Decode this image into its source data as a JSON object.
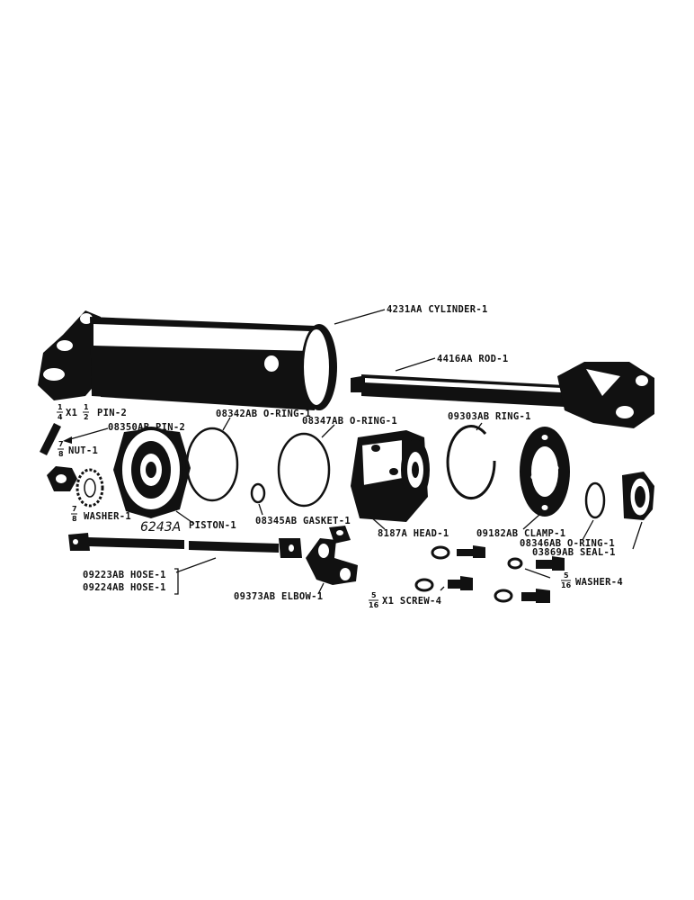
{
  "colors": {
    "ink": "#111111",
    "paper": "#ffffff"
  },
  "labels": {
    "cylinder": "4231AA  CYLINDER-1",
    "rod": "4416AA  ROD-1",
    "pin_small_frac_a": "1",
    "pin_small_frac_a_den": "4",
    "pin_small_mid": "X1",
    "pin_small_frac_b": "1",
    "pin_small_frac_b_den": "2",
    "pin_small_text": "PIN-2",
    "pin_08350": "08350AB  PIN-2",
    "nut_frac_num": "7",
    "nut_frac_den": "8",
    "nut_text": "NUT-1",
    "washer_frac_num": "7",
    "washer_frac_den": "8",
    "washer_text": "WASHER-1",
    "oring_08342": "08342AB  O-RING-1",
    "oring_08347": "08347AB  O-RING-1",
    "ring_09303": "09303AB  RING-1",
    "piston_number": "6243A",
    "piston_text": "PISTON-1",
    "gasket": "08345AB  GASKET-1",
    "head": "8187A  HEAD-1",
    "clamp": "09182AB  CLAMP-1",
    "oring_08346": "08346AB  O-RING-1",
    "seal": "03869AB  SEAL-1",
    "hose_09223": "09223AB  HOSE-1",
    "hose_09224": "09224AB  HOSE-1",
    "elbow": "09373AB  ELBOW-1",
    "screw_frac_num": "5",
    "screw_frac_den": "16",
    "screw_text": "X1  SCREW-4",
    "washer4_frac_num": "5",
    "washer4_frac_den": "16",
    "washer4_text": "WASHER-4"
  }
}
